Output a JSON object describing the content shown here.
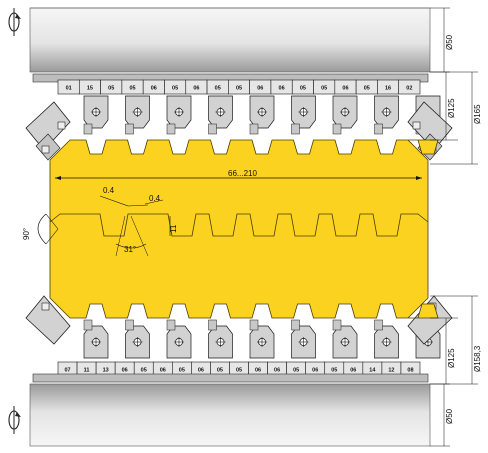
{
  "colors": {
    "blank": "#fbd21f",
    "blank_edge": "#4a3c00",
    "shaft_light": "#f6f6f6",
    "shaft_dark": "#9a9a9a",
    "tool_gray": "#d2d2d2",
    "line": "#1a1a1a"
  },
  "icons": [
    "rotation-arrow-icon",
    "screw-icon"
  ],
  "labels": {
    "shaft_dia_top": "Ø50",
    "shaft_dia_bottom": "Ø50",
    "hub_dia_top": "Ø125",
    "outer_dia_top": "Ø165",
    "hub_dia_bottom": "Ø125",
    "outer_dia_bottom": "Ø158,3",
    "width_range": "66...210",
    "tongue_height": "11",
    "radius_left": "0.4",
    "radius_right": "0.4",
    "angle_groove": "31°",
    "angle_bevel": "90°"
  },
  "top_spacers": [
    "01",
    "15",
    "05",
    "05",
    "06",
    "05",
    "06",
    "05",
    "05",
    "06",
    "06",
    "05",
    "05",
    "06",
    "05",
    "16",
    "02"
  ],
  "bottom_spacers": [
    "07",
    "11",
    "13",
    "06",
    "05",
    "06",
    "05",
    "06",
    "05",
    "05",
    "06",
    "06",
    "05",
    "06",
    "05",
    "06",
    "14",
    "12",
    "08"
  ]
}
